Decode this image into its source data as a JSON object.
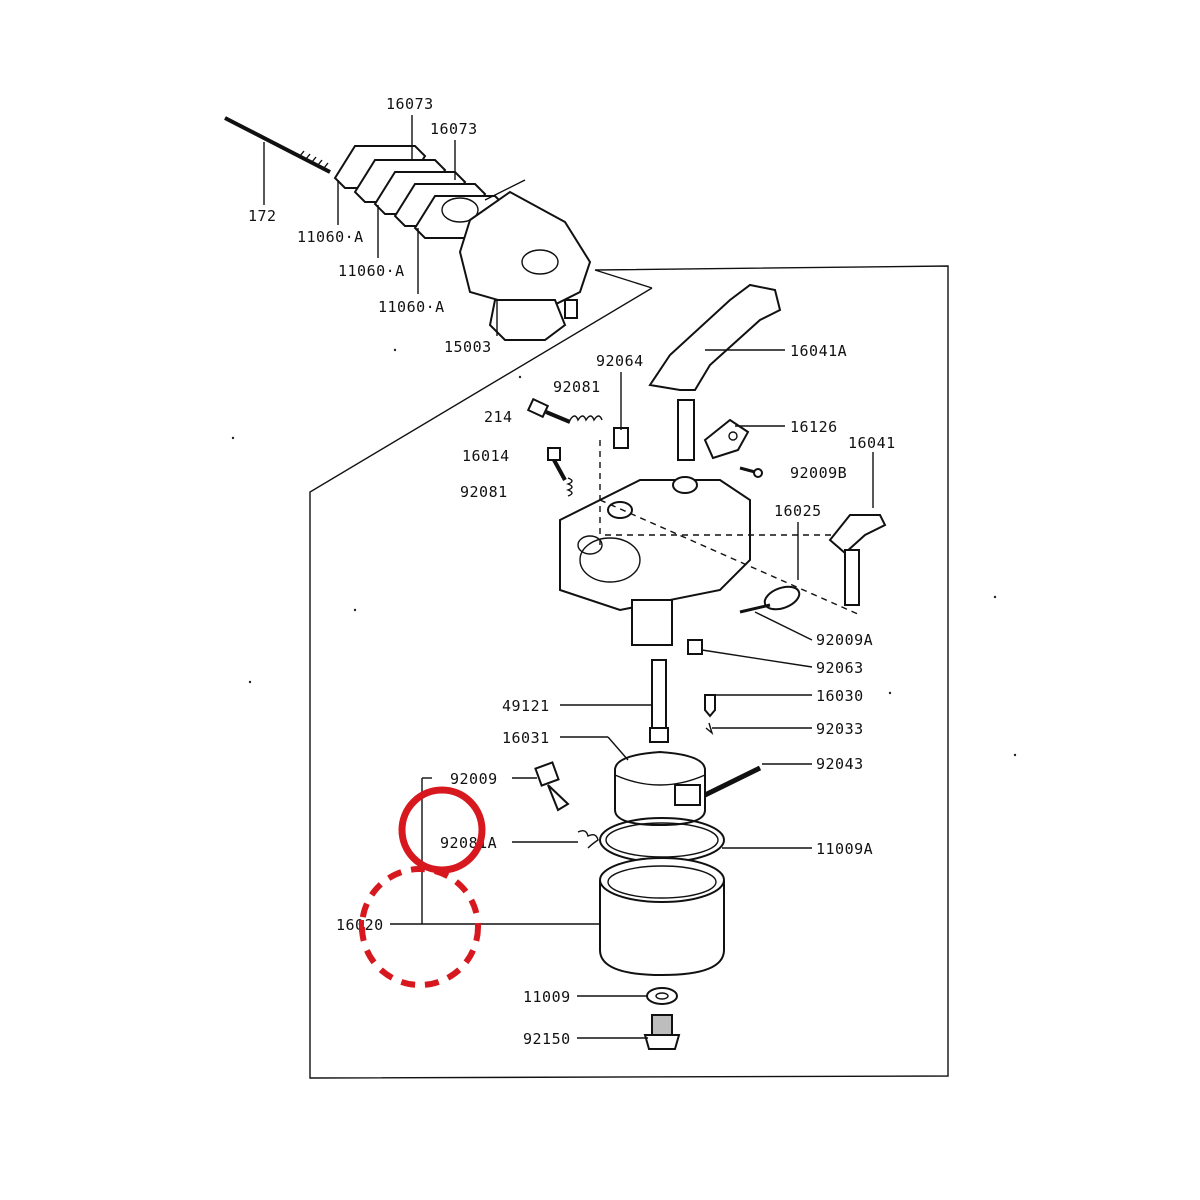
{
  "parts": {
    "p172": "172",
    "p16073a": "16073",
    "p16073b": "16073",
    "p11060a1": "11060·A",
    "p11060a2": "11060·A",
    "p11060a3": "11060·A",
    "p15003": "15003",
    "p16041A": "16041A",
    "p92064": "92064",
    "p92081a": "92081",
    "p214": "214",
    "p16126": "16126",
    "p16014": "16014",
    "p92009B": "92009B",
    "p16041": "16041",
    "p92081b": "92081",
    "p16025": "16025",
    "p92009A": "92009A",
    "p92063": "92063",
    "p49121": "49121",
    "p16030": "16030",
    "p92033": "92033",
    "p16031": "16031",
    "p92043": "92043",
    "p92009": "92009",
    "p92081A": "92081A",
    "p11009A": "11009A",
    "p16020": "16020",
    "p11009": "11009",
    "p92150": "92150"
  },
  "highlight_color": "#d7191f"
}
